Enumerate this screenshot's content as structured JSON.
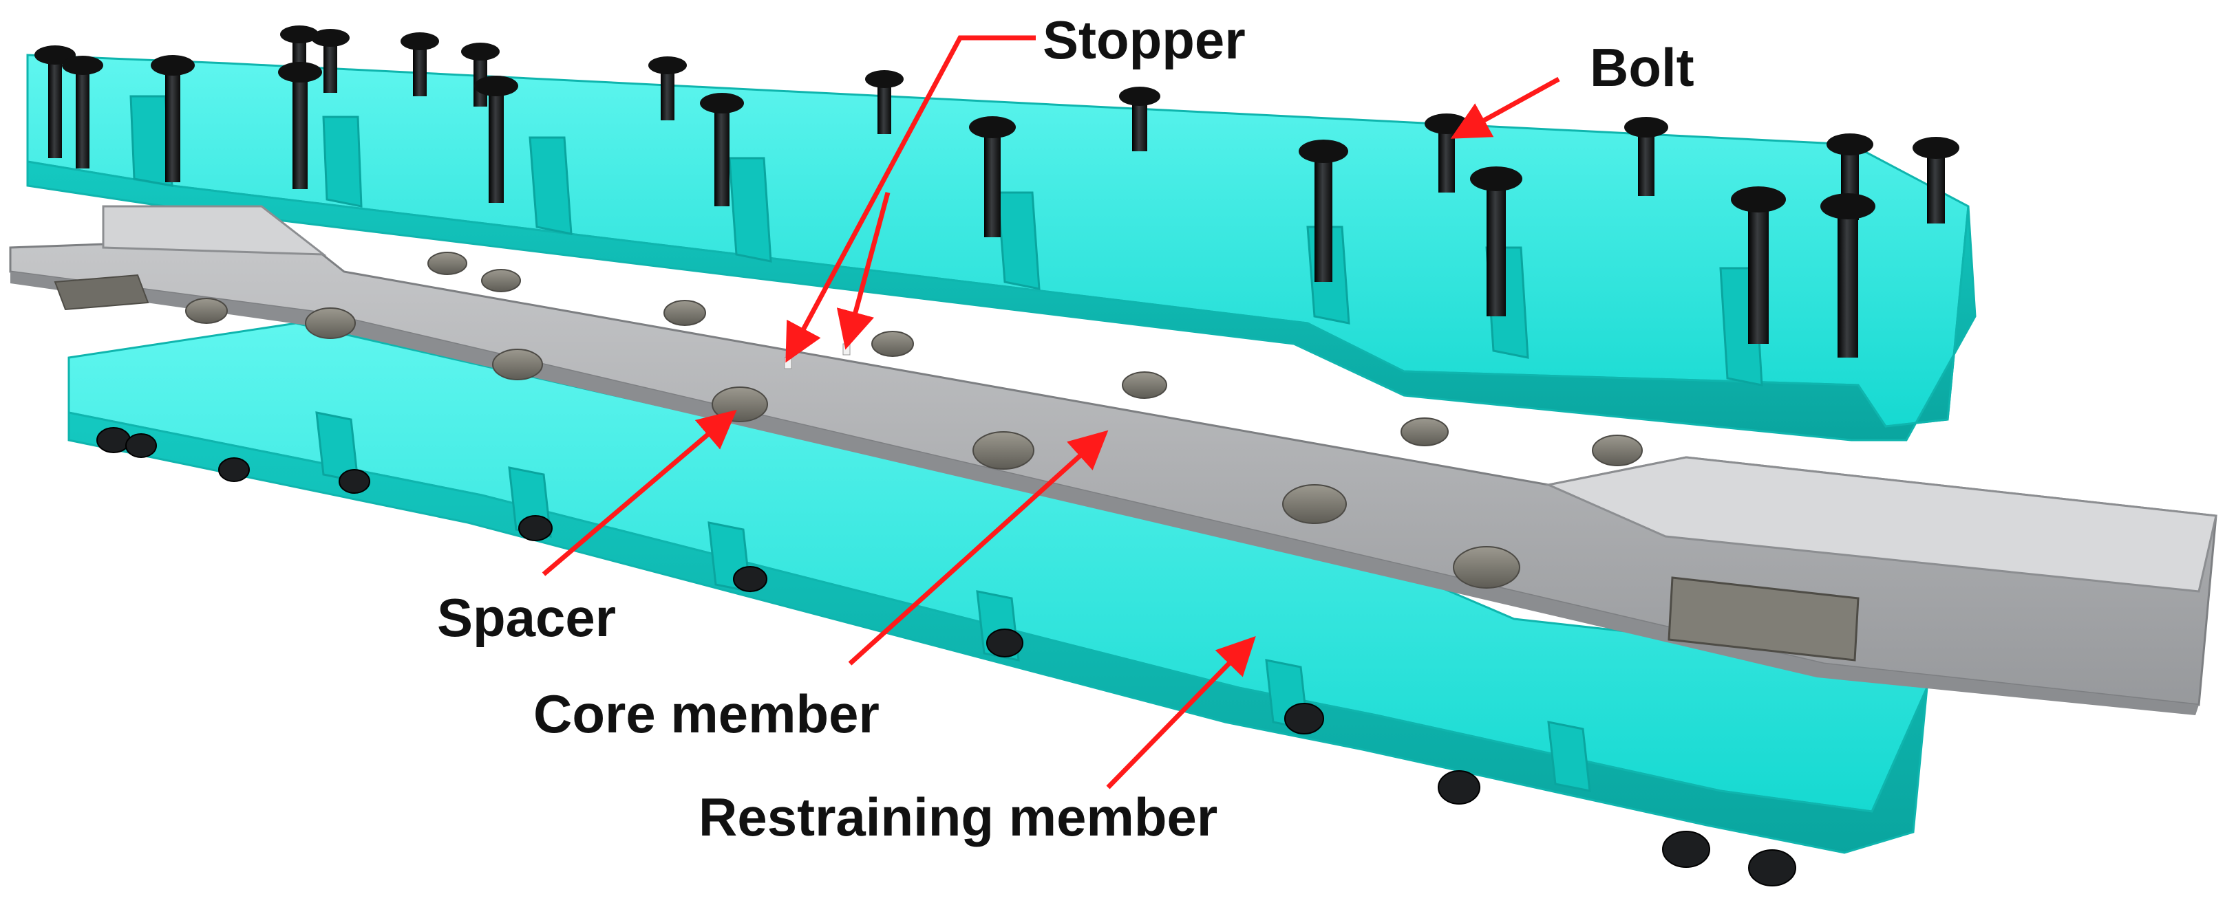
{
  "labels": {
    "stopper": "Stopper",
    "bolt": "Bolt",
    "spacer": "Spacer",
    "core_member": "Core member",
    "restraining_member": "Restraining member"
  },
  "colors": {
    "restraining_member": "#1ee8e0",
    "restraining_member_shade": "#10bdb6",
    "core_member": "#a9abae",
    "core_member_light": "#d4d5d7",
    "bolt": "#1a1c1e",
    "spacer": "#7c7a72",
    "arrow": "#ff1a1a",
    "text": "#111111"
  }
}
